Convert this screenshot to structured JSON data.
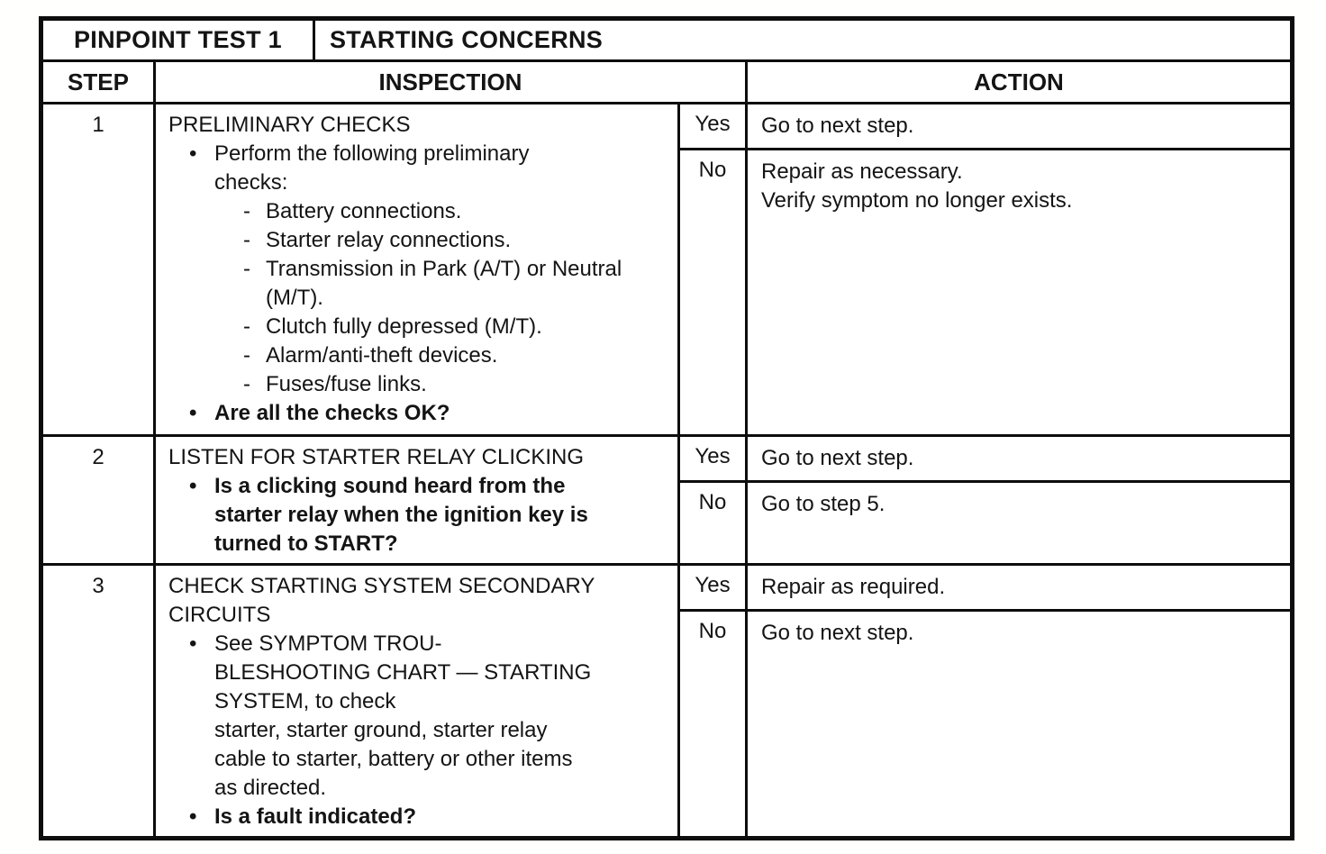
{
  "header": {
    "test_label": "PINPOINT TEST 1",
    "subject_label": "STARTING CONCERNS"
  },
  "columns": {
    "step": "STEP",
    "inspection": "INSPECTION",
    "action": "ACTION"
  },
  "glyphs": {
    "bullet": "•",
    "dash": "-"
  },
  "steps": [
    {
      "number": "1",
      "title": "PRELIMINARY CHECKS",
      "bullets": [
        {
          "bold": false,
          "text": "Perform the following preliminary\nchecks:",
          "subitems": [
            "Battery connections.",
            "Starter relay connections.",
            "Transmission in Park (A/T) or Neutral\n(M/T).",
            "Clutch fully depressed (M/T).",
            "Alarm/anti-theft devices.",
            "Fuses/fuse links."
          ]
        },
        {
          "bold": true,
          "text": "Are all the checks OK?",
          "subitems": []
        }
      ],
      "results": [
        {
          "answer": "Yes",
          "action": "Go to next step."
        },
        {
          "answer": "No",
          "action": "Repair as necessary.\nVerify symptom no longer exists."
        }
      ]
    },
    {
      "number": "2",
      "title": "LISTEN FOR STARTER RELAY CLICKING",
      "bullets": [
        {
          "bold": true,
          "text": "Is a clicking sound heard from the\nstarter relay when the ignition key is\nturned to START?",
          "subitems": []
        }
      ],
      "results": [
        {
          "answer": "Yes",
          "action": "Go to next step."
        },
        {
          "answer": "No",
          "action": "Go to step 5."
        }
      ]
    },
    {
      "number": "3",
      "title": "CHECK STARTING SYSTEM SECONDARY\nCIRCUITS",
      "bullets": [
        {
          "bold": false,
          "text": "See SYMPTOM TROU-\nBLESHOOTING CHART — STARTING\nSYSTEM, to check\nstarter, starter ground, starter relay\ncable to starter, battery or other items\nas directed.",
          "subitems": []
        },
        {
          "bold": true,
          "text": "Is a fault indicated?",
          "subitems": []
        }
      ],
      "results": [
        {
          "answer": "Yes",
          "action": "Repair as required."
        },
        {
          "answer": "No",
          "action": "Go to next step."
        }
      ]
    }
  ]
}
